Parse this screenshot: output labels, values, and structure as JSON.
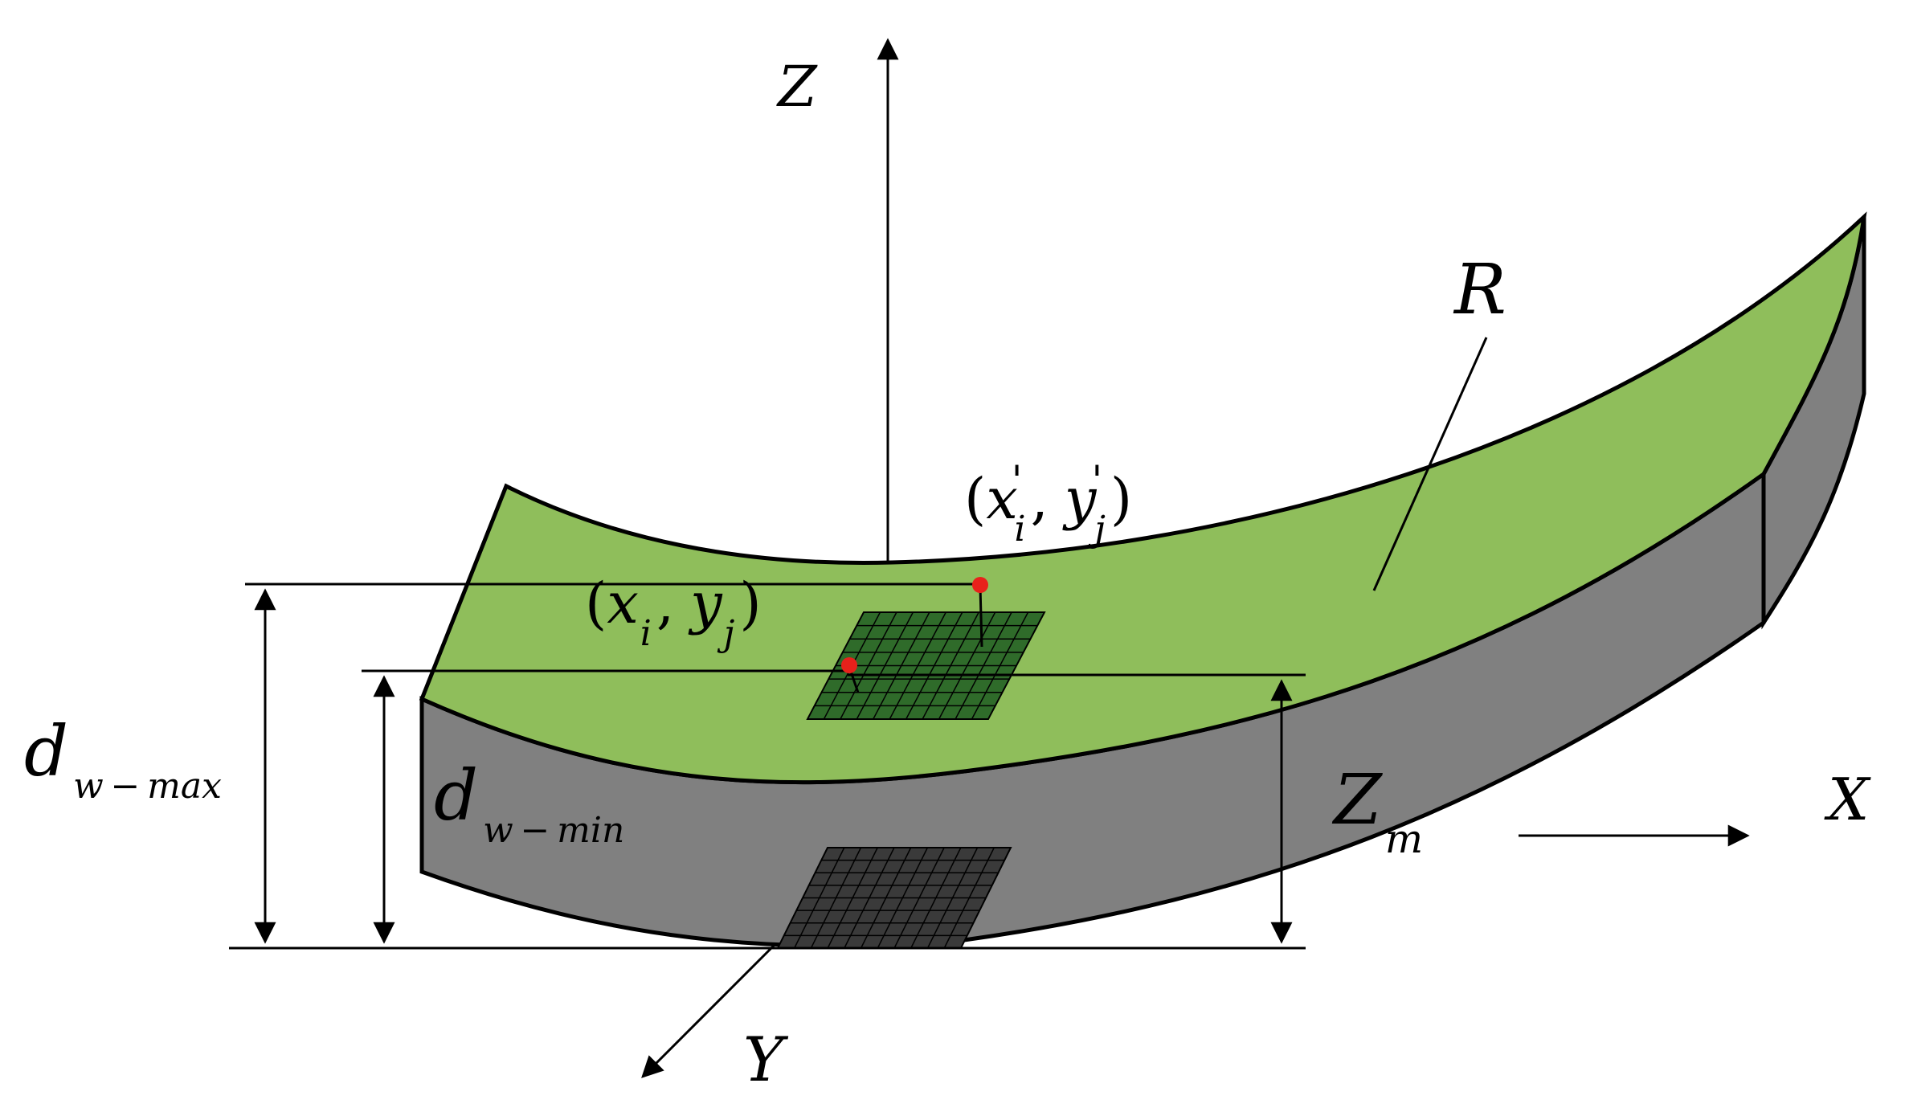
{
  "labels": {
    "axis_z": "Z",
    "axis_x": "X",
    "axis_y": "Y",
    "surface": "R",
    "point_top": {
      "open": "(",
      "x": "x",
      "x_prime": "'",
      "x_sub": "i",
      "sep": ",",
      "y": "y",
      "y_prime": "'",
      "y_sub": "j",
      "close": ")"
    },
    "point_bottom": {
      "open": "(",
      "x": "x",
      "x_sub": "i",
      "sep": ",",
      "y": "y",
      "y_sub": "j",
      "close": ")"
    },
    "dmax": {
      "main": "d",
      "sub": "w − max"
    },
    "dmin": {
      "main": "d",
      "sub": "w − min"
    },
    "zm": {
      "main": "Z",
      "sub": "m"
    }
  },
  "colors": {
    "top_surface": "#8fbe5b",
    "side_face": "#808080",
    "grid_top": "#2f6b2a",
    "grid_side": "#3a3a3a",
    "point": "#e8211b",
    "stroke": "#000000"
  }
}
